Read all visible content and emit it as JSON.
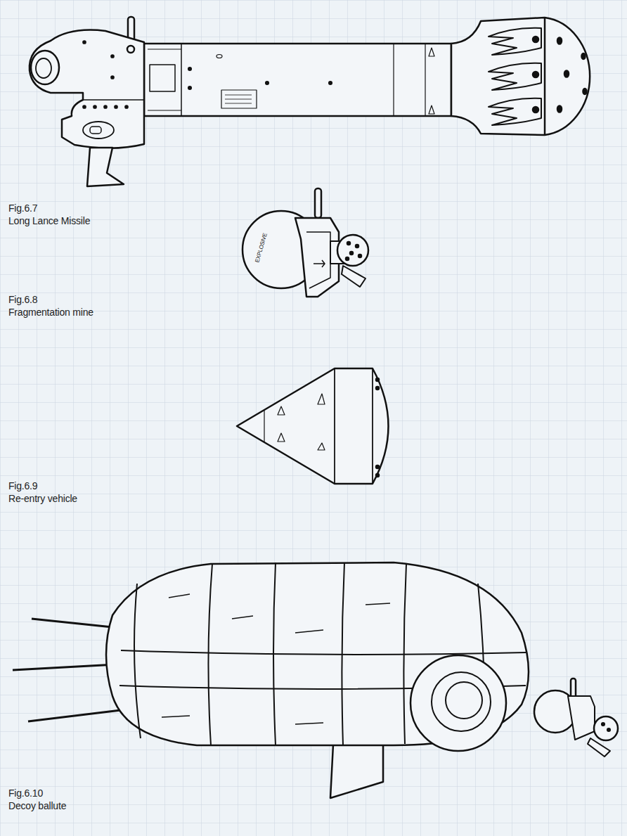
{
  "diagram": {
    "labels": [
      "Fig.6.7",
      "Long Lance Missile",
      "EXPLOSIVE",
      "Fig.6.8",
      "Fragmentation mine",
      "Fig.6.9",
      "Re-entry vehicle",
      "Fig.6.10",
      "Decoy ballute"
    ]
  }
}
